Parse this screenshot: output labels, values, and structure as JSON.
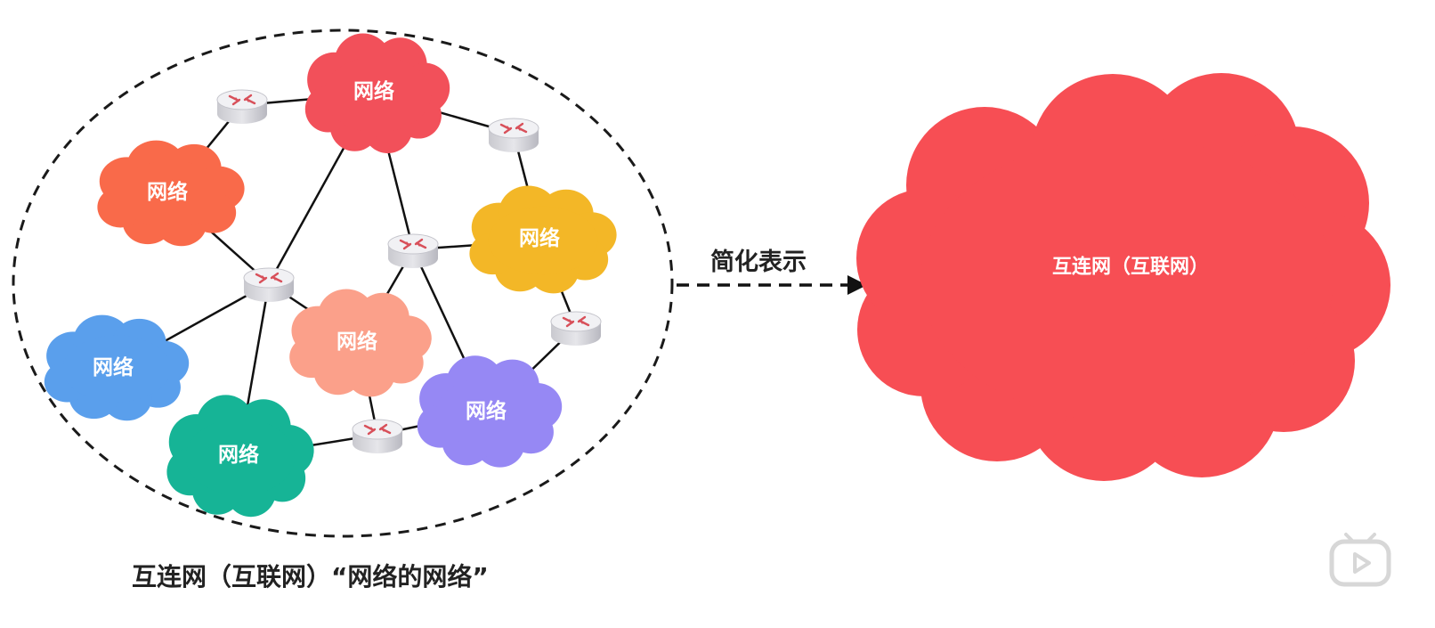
{
  "left_diagram": {
    "caption": "互连网（互联网）“网络的网络”",
    "clouds": [
      {
        "id": "top",
        "label": "网络",
        "color": "#f2505a"
      },
      {
        "id": "left",
        "label": "网络",
        "color": "#f96a4a"
      },
      {
        "id": "yellow",
        "label": "网络",
        "color": "#f3b727"
      },
      {
        "id": "center",
        "label": "网络",
        "color": "#fba08a"
      },
      {
        "id": "blue",
        "label": "网络",
        "color": "#5a9fec"
      },
      {
        "id": "green",
        "label": "网络",
        "color": "#16b496"
      },
      {
        "id": "purple",
        "label": "网络",
        "color": "#9688f4"
      }
    ]
  },
  "arrow": {
    "label": "简化表示"
  },
  "right_diagram": {
    "label": "互连网（互联网）",
    "color": "#f74e54"
  },
  "icons": {
    "router": "router-icon",
    "play_badge": "video-play-icon"
  }
}
